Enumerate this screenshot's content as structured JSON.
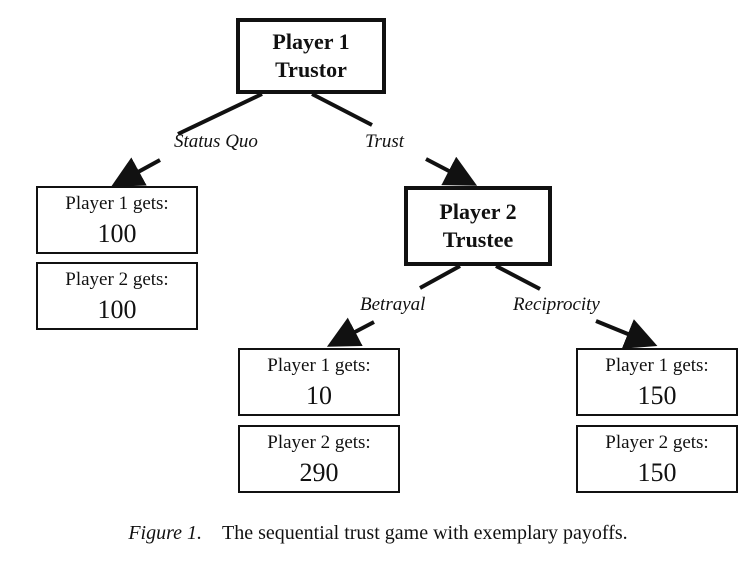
{
  "nodes": {
    "trustor": {
      "line1": "Player 1",
      "line2": "Trustor"
    },
    "trustee": {
      "line1": "Player 2",
      "line2": "Trustee"
    }
  },
  "edges": {
    "status_quo": "Status Quo",
    "trust": "Trust",
    "betrayal": "Betrayal",
    "reciprocity": "Reciprocity"
  },
  "payoffs": {
    "status_quo": [
      {
        "label": "Player 1 gets:",
        "amount": "100"
      },
      {
        "label": "Player 2 gets:",
        "amount": "100"
      }
    ],
    "betrayal": [
      {
        "label": "Player 1 gets:",
        "amount": "10"
      },
      {
        "label": "Player 2 gets:",
        "amount": "290"
      }
    ],
    "reciprocity": [
      {
        "label": "Player 1 gets:",
        "amount": "150"
      },
      {
        "label": "Player 2 gets:",
        "amount": "150"
      }
    ]
  },
  "caption": {
    "figure_label": "Figure 1.",
    "text": "The sequential trust game with exemplary payoffs."
  }
}
